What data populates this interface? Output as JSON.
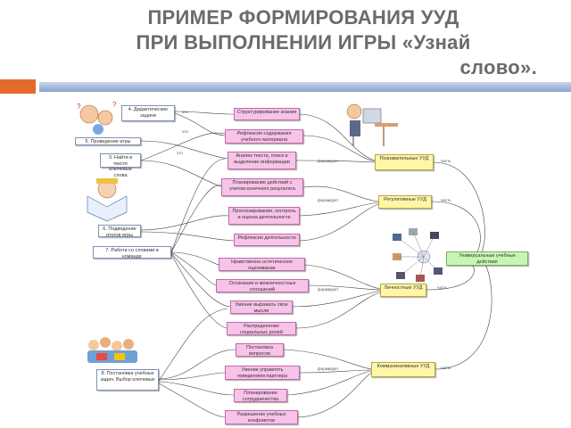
{
  "title": {
    "line1": "ПРИМЕР ФОРМИРОВАНИЯ УУД",
    "line2": "ПРИ ВЫПОЛНЕНИИ ИГРЫ «Узнай",
    "line3": "слово»."
  },
  "left_boxes": [
    "4. Дидактические задачи",
    "5. Проведение игры",
    "3. Найти в тексте ключевые слова",
    "6. Подведение итогов игры",
    "7. Работа со словами в команде",
    "8. Постановка учебных задач. Выбор ключевых"
  ],
  "middle_boxes": [
    "Структурирование знания",
    "Рефлексия содержания учебного материала",
    "Анализ текста, поиск и выделение информации",
    "Планирование действий с учетом конечного результата",
    "Прогнозирование, контроль и оценка деятельности",
    "Рефлексия деятельности",
    "Нравственно-эстетическое оценивание",
    "Осознание и межличностных отношений",
    "Умение выражать свои мысли",
    "Распределение социальных ролей",
    "Постановка вопросов",
    "Умение управлять поведением партнера",
    "Планирование сотрудничества",
    "Разрешение учебных конфликтов"
  ],
  "right_boxes": [
    "Познавательные УУД",
    "Регулятивные УУД",
    "Личностные УУД",
    "Коммуникативные УУД"
  ],
  "green_box": "Универсальные учебные действия",
  "edge_labels": {
    "forms": "формирует",
    "is": "это",
    "part": "часть"
  }
}
